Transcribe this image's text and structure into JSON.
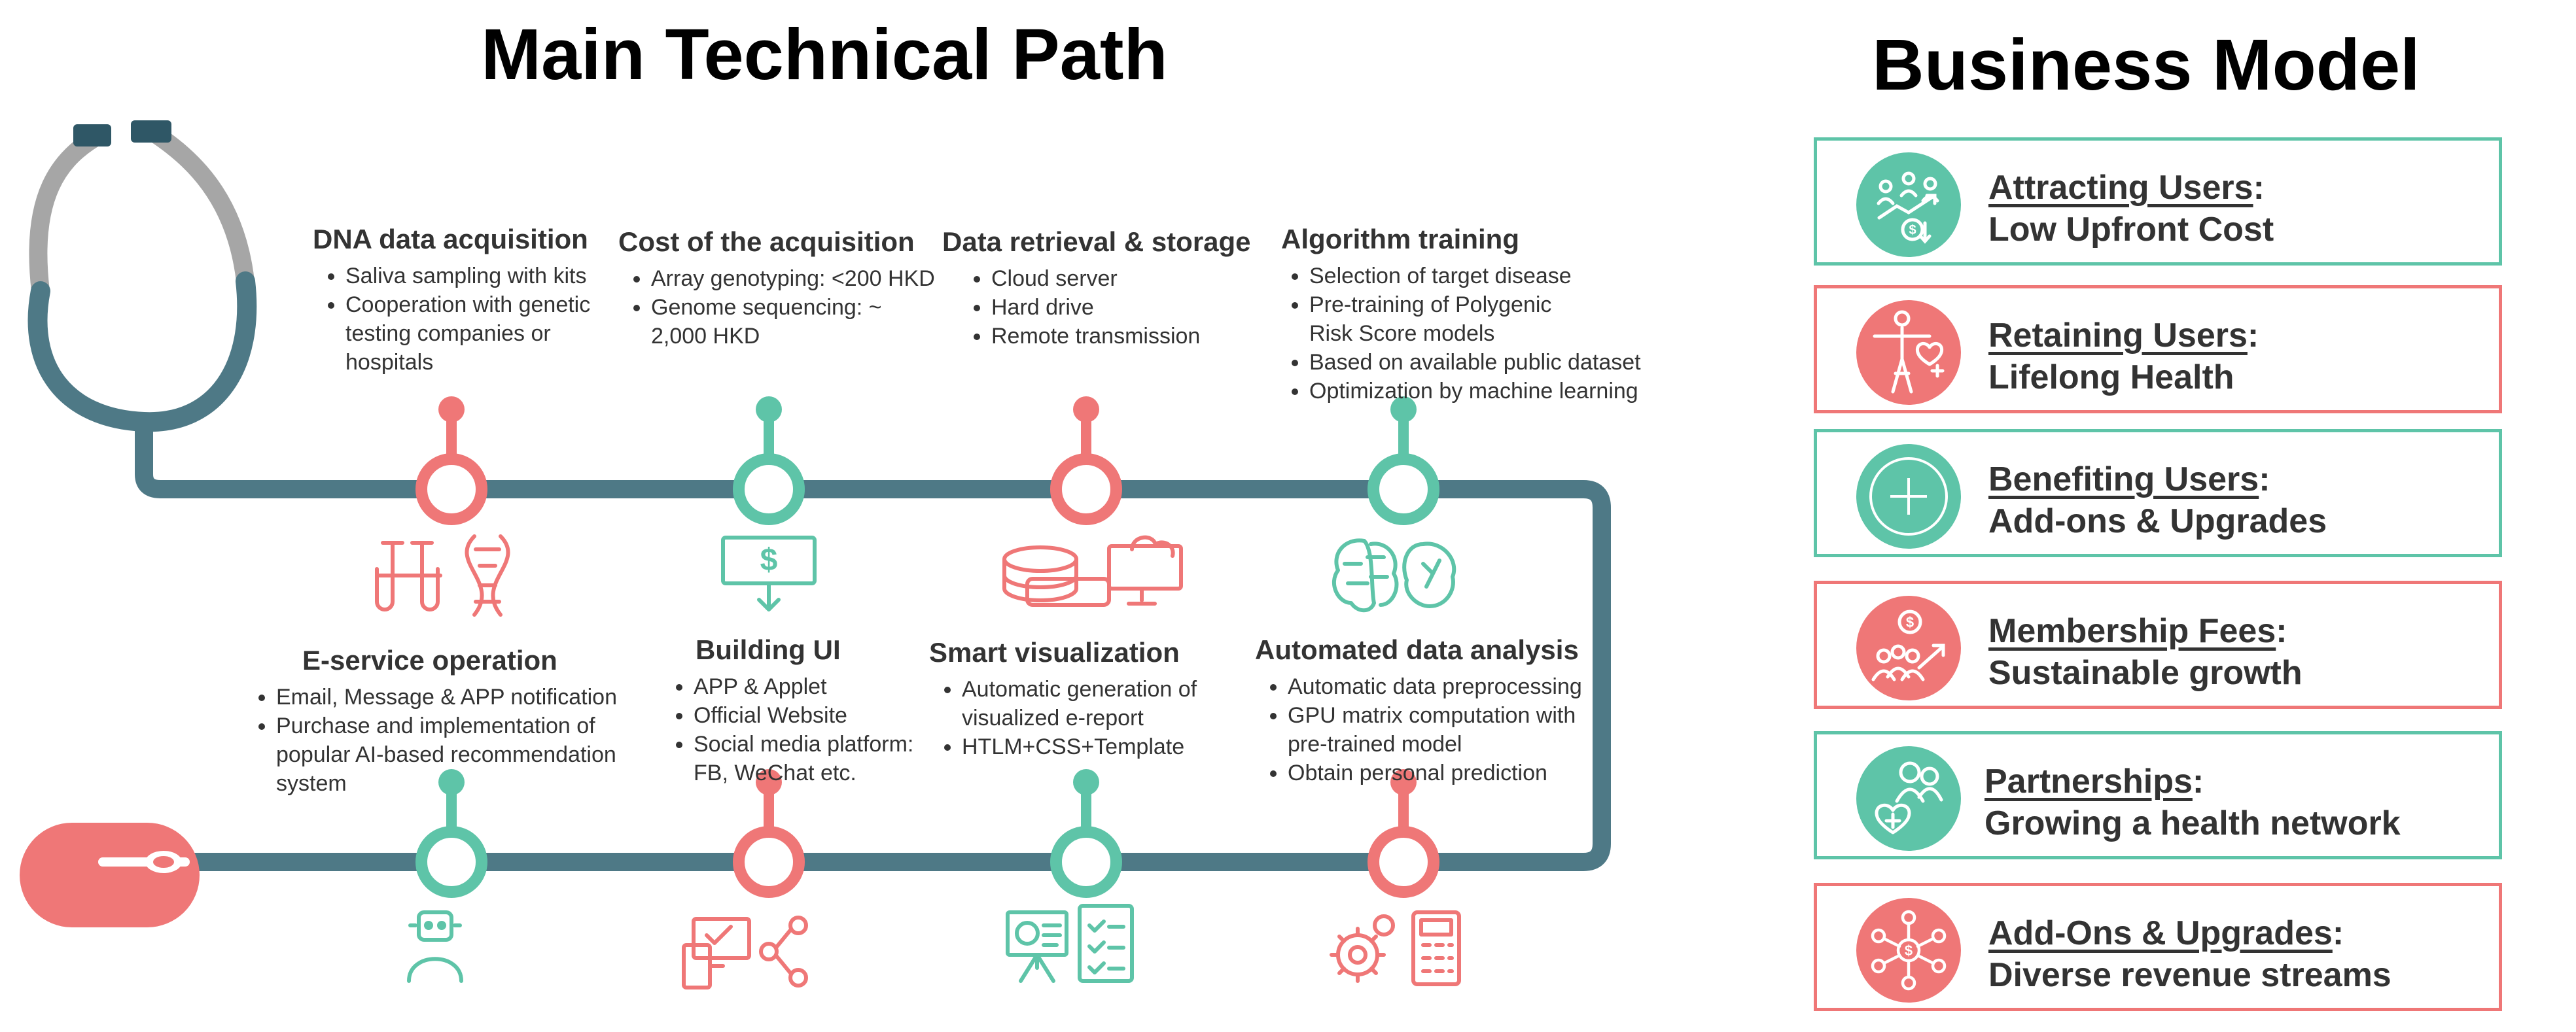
{
  "titles": {
    "technical": "Main Technical Path",
    "business": "Business Model"
  },
  "colors": {
    "track": "#4e7986",
    "teal": "#5ec4a8",
    "coral": "#ef7777",
    "cap": "#2f5766",
    "tube_gray": "#a6a6a6",
    "text": "#333333"
  },
  "steps": [
    {
      "title": "DNA data acquisition",
      "items": [
        "Saliva sampling with kits",
        "Cooperation with genetic testing companies or hospitals"
      ],
      "node_color": "coral",
      "icon": "test-tubes-dna-icon"
    },
    {
      "title": "Cost of the acquisition",
      "items": [
        "Array genotyping: <200 HKD",
        "Genome sequencing: ~ 2,000 HKD"
      ],
      "node_color": "teal",
      "icon": "dollar-board-icon"
    },
    {
      "title": "Data retrieval & storage",
      "items": [
        "Cloud server",
        "Hard drive",
        "Remote transmission"
      ],
      "node_color": "coral",
      "icon": "storage-cloud-icon"
    },
    {
      "title": "Algorithm training",
      "items": [
        "Selection of target disease",
        "Pre-training of Polygenic Risk Score models",
        "Based on available public dataset",
        "Optimization by machine learning"
      ],
      "node_color": "teal",
      "icon": "brain-icon"
    },
    {
      "title": "E-service operation",
      "items": [
        "Email, Message & APP notification",
        "Purchase and implementation of popular AI-based recommendation system"
      ],
      "node_color": "teal",
      "icon": "service-robot-icon"
    },
    {
      "title": "Building UI",
      "items": [
        "APP & Applet",
        "Official Website",
        "Social media platform: FB, WeChat etc."
      ],
      "node_color": "coral",
      "icon": "devices-share-icon"
    },
    {
      "title": "Smart visualization",
      "items": [
        "Automatic generation of visualized e-report",
        "HTLM+CSS+Template"
      ],
      "node_color": "teal",
      "icon": "presentation-checklist-icon"
    },
    {
      "title": "Automated data analysis",
      "items": [
        "Automatic data preprocessing",
        "GPU matrix computation with pre-trained model",
        "Obtain personal prediction"
      ],
      "node_color": "coral",
      "icon": "gears-calculator-icon"
    }
  ],
  "business": [
    {
      "heading": "Attracting Users",
      "subtitle": "Low Upfront Cost",
      "color": "teal",
      "icon": "users-growth-icon"
    },
    {
      "heading": "Retaining Users",
      "subtitle": "Lifelong Health",
      "color": "coral",
      "icon": "yoga-heart-icon"
    },
    {
      "heading": "Benefiting Users",
      "subtitle": "Add-ons & Upgrades",
      "color": "teal",
      "icon": "plus-circle-icon"
    },
    {
      "heading": "Membership Fees",
      "subtitle": "Sustainable growth",
      "color": "coral",
      "icon": "membership-coin-icon"
    },
    {
      "heading": "Partnerships",
      "subtitle": "Growing a health network",
      "color": "teal",
      "icon": "partners-heart-icon"
    },
    {
      "heading": "Add-Ons & Upgrades",
      "subtitle": "Diverse revenue streams",
      "color": "coral",
      "icon": "network-dollar-icon"
    }
  ]
}
